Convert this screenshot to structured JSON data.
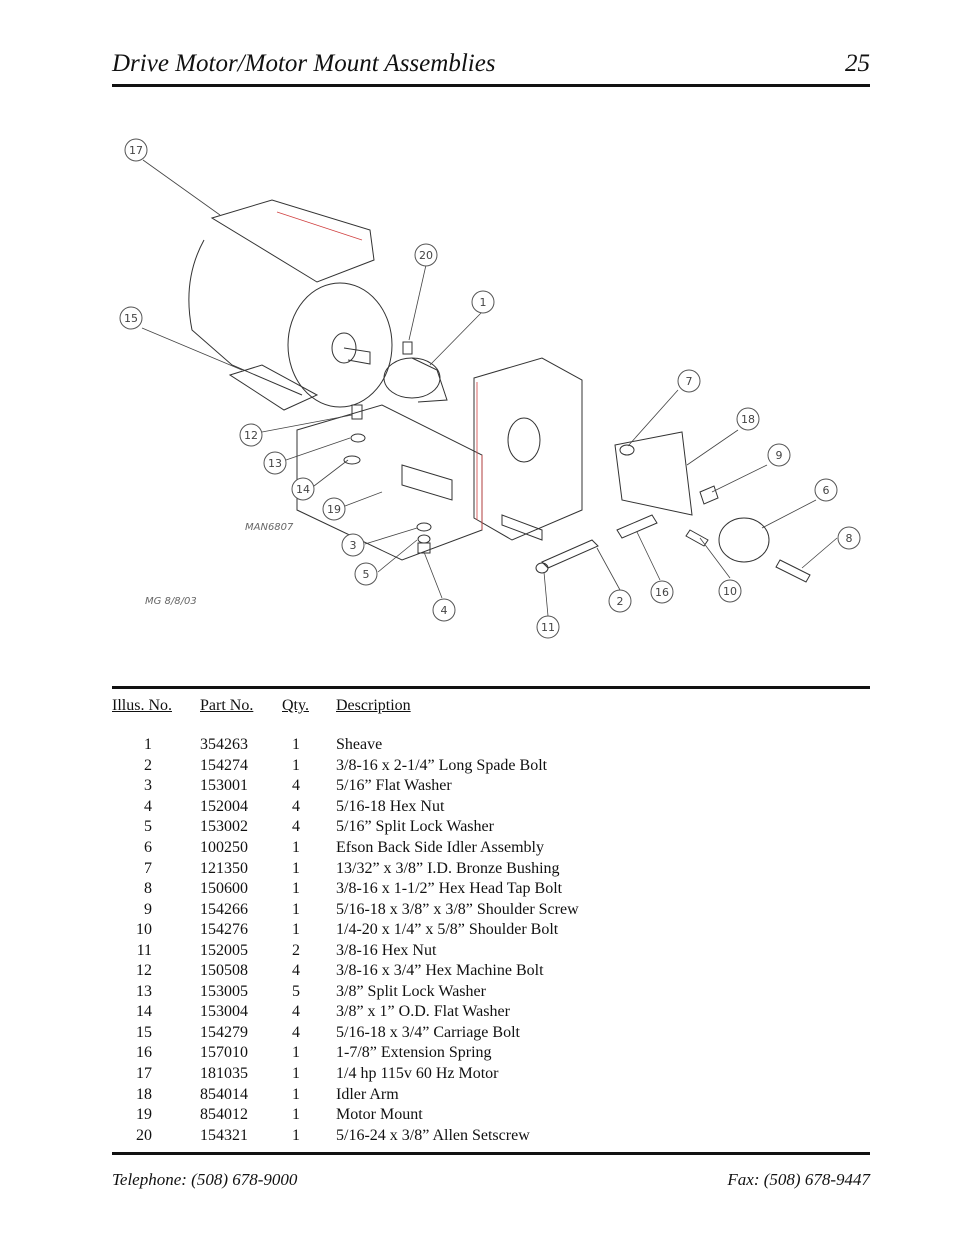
{
  "header": {
    "title": "Drive Motor/Motor Mount Assemblies",
    "page_number": "25"
  },
  "diagram": {
    "callouts": [
      "17",
      "20",
      "1",
      "15",
      "7",
      "18",
      "12",
      "9",
      "13",
      "6",
      "14",
      "19",
      "8",
      "3",
      "5",
      "2",
      "16",
      "10",
      "4",
      "11"
    ],
    "drawing_id": "MAN6807",
    "signature": "MG 8/8/03"
  },
  "table": {
    "headers": {
      "illus": "Illus. No.",
      "part": "Part No.",
      "qty": "Qty.",
      "desc": "Description"
    },
    "rows": [
      {
        "illus": "1",
        "part": "354263",
        "qty": "1",
        "desc": "Sheave"
      },
      {
        "illus": "2",
        "part": "154274",
        "qty": "1",
        "desc": "3/8-16 x 2-1/4” Long Spade Bolt"
      },
      {
        "illus": "3",
        "part": "153001",
        "qty": "4",
        "desc": "5/16” Flat Washer"
      },
      {
        "illus": "4",
        "part": "152004",
        "qty": "4",
        "desc": "5/16-18 Hex Nut"
      },
      {
        "illus": "5",
        "part": "153002",
        "qty": "4",
        "desc": "5/16” Split Lock Washer"
      },
      {
        "illus": "6",
        "part": "100250",
        "qty": "1",
        "desc": "Efson Back Side Idler Assembly"
      },
      {
        "illus": "7",
        "part": "121350",
        "qty": "1",
        "desc": "13/32” x 3/8” I.D. Bronze Bushing"
      },
      {
        "illus": "8",
        "part": "150600",
        "qty": "1",
        "desc": "3/8-16 x 1-1/2” Hex Head Tap Bolt"
      },
      {
        "illus": "9",
        "part": "154266",
        "qty": "1",
        "desc": "5/16-18 x 3/8” x 3/8” Shoulder Screw"
      },
      {
        "illus": "10",
        "part": "154276",
        "qty": "1",
        "desc": "1/4-20 x 1/4” x 5/8” Shoulder Bolt"
      },
      {
        "illus": "11",
        "part": "152005",
        "qty": "2",
        "desc": "3/8-16 Hex Nut"
      },
      {
        "illus": "12",
        "part": "150508",
        "qty": "4",
        "desc": "3/8-16 x 3/4” Hex Machine Bolt"
      },
      {
        "illus": "13",
        "part": "153005",
        "qty": "5",
        "desc": "3/8” Split Lock Washer"
      },
      {
        "illus": "14",
        "part": "153004",
        "qty": "4",
        "desc": "3/8” x 1” O.D. Flat Washer"
      },
      {
        "illus": "15",
        "part": "154279",
        "qty": "4",
        "desc": "5/16-18 x 3/4” Carriage Bolt"
      },
      {
        "illus": "16",
        "part": "157010",
        "qty": "1",
        "desc": "1-7/8” Extension Spring"
      },
      {
        "illus": "17",
        "part": "181035",
        "qty": "1",
        "desc": "1/4 hp 115v 60 Hz Motor"
      },
      {
        "illus": "18",
        "part": "854014",
        "qty": "1",
        "desc": "Idler Arm"
      },
      {
        "illus": "19",
        "part": "854012",
        "qty": "1",
        "desc": "Motor Mount"
      },
      {
        "illus": "20",
        "part": "154321",
        "qty": "1",
        "desc": "5/16-24 x 3/8” Allen Setscrew"
      }
    ]
  },
  "footer": {
    "telephone": "Telephone: (508) 678-9000",
    "fax": "Fax: (508) 678-9447"
  }
}
